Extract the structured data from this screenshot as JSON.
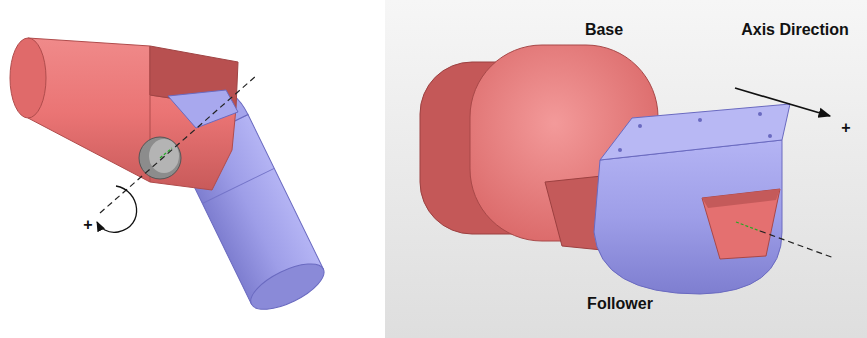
{
  "diagram": {
    "labels": [
      "+",
      "Base",
      "Axis Direction",
      "+",
      "Follower"
    ]
  }
}
